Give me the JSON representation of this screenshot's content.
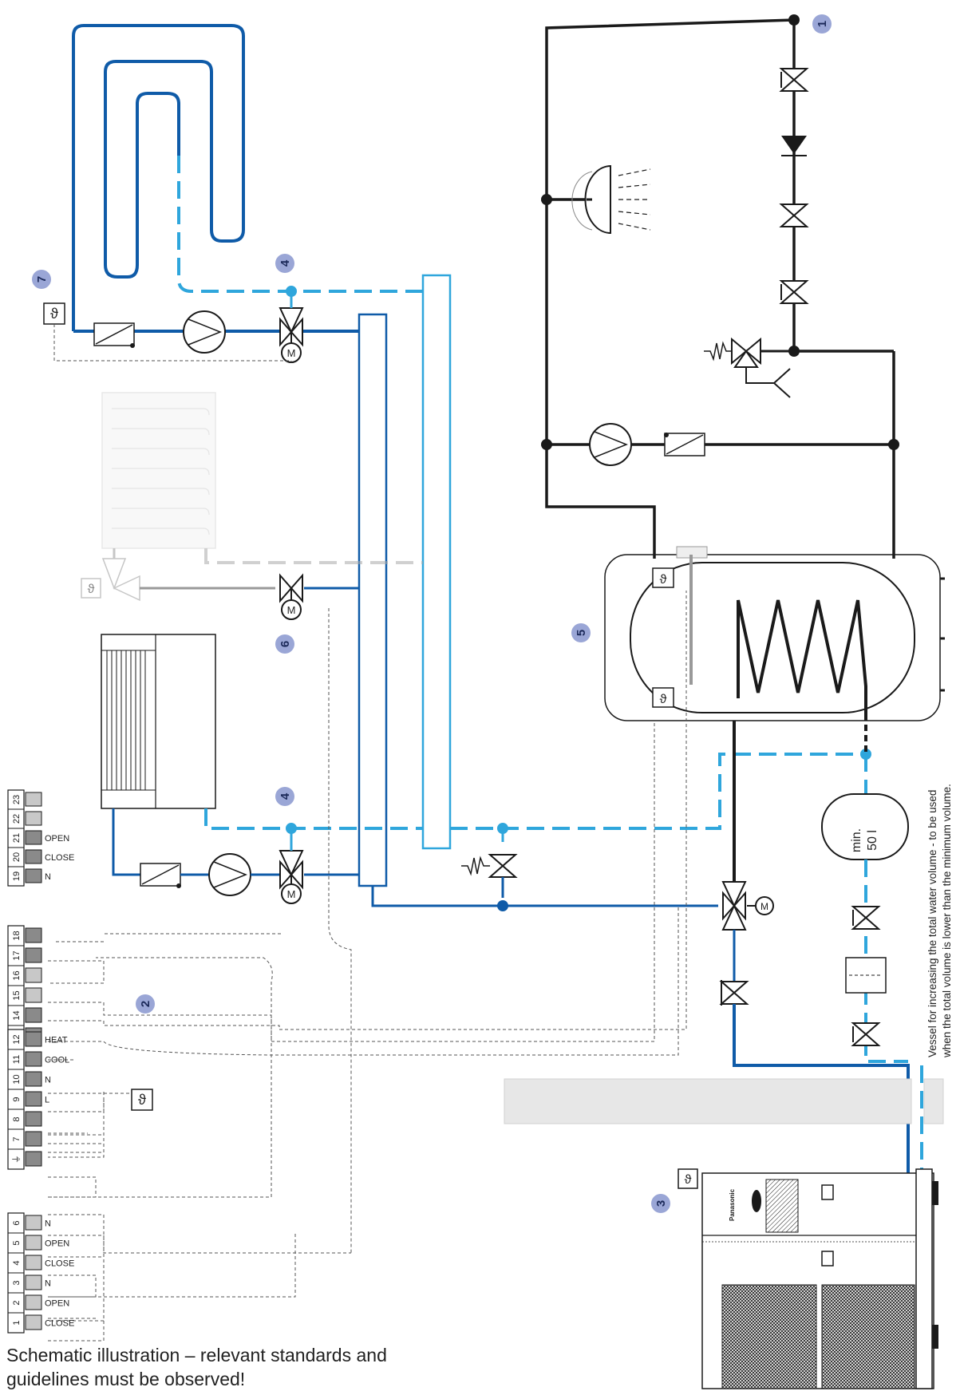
{
  "badges": [
    "1",
    "2",
    "3",
    "4",
    "4",
    "5",
    "6",
    "7"
  ],
  "tank_label_line1": "min.",
  "tank_label_line2": "50 l",
  "vessel_note_line1": "Vessel for increasing the total water volume - to be used",
  "vessel_note_line2": "when the total volume is lower than the minimum volume.",
  "brand": "Panasonic",
  "terminals": {
    "group_a": [
      {
        "num": "23",
        "label": ""
      },
      {
        "num": "22",
        "label": ""
      },
      {
        "num": "21",
        "label": "OPEN"
      },
      {
        "num": "20",
        "label": "CLOSE"
      },
      {
        "num": "19",
        "label": "N"
      }
    ],
    "group_b": [
      {
        "num": "18",
        "label": ""
      },
      {
        "num": "17",
        "label": ""
      },
      {
        "num": "16",
        "label": ""
      },
      {
        "num": "15",
        "label": ""
      },
      {
        "num": "14",
        "label": ""
      },
      {
        "num": "13",
        "label": ""
      }
    ],
    "group_c": [
      {
        "num": "12",
        "label": "HEAT"
      },
      {
        "num": "11",
        "label": "COOL"
      },
      {
        "num": "10",
        "label": "N"
      },
      {
        "num": "9",
        "label": "L"
      },
      {
        "num": "8",
        "label": ""
      },
      {
        "num": "7",
        "label": ""
      },
      {
        "num": "⏚",
        "label": ""
      }
    ],
    "group_d": [
      {
        "num": "6",
        "label": "N"
      },
      {
        "num": "5",
        "label": "OPEN"
      },
      {
        "num": "4",
        "label": "CLOSE"
      },
      {
        "num": "3",
        "label": "N"
      },
      {
        "num": "2",
        "label": "OPEN"
      },
      {
        "num": "1",
        "label": "CLOSE"
      }
    ]
  },
  "sensor_symbol": "ϑ",
  "motor_symbol": "M",
  "caption_line1": "Schematic illustration – relevant standards and",
  "caption_line2": "guidelines must be observed!",
  "colors": {
    "dark_blue": "#0f5ba8",
    "light_blue": "#2fa6dc",
    "black": "#1a1a1a",
    "grey": "#bdbdbd",
    "badge": "#9aa6d6"
  }
}
